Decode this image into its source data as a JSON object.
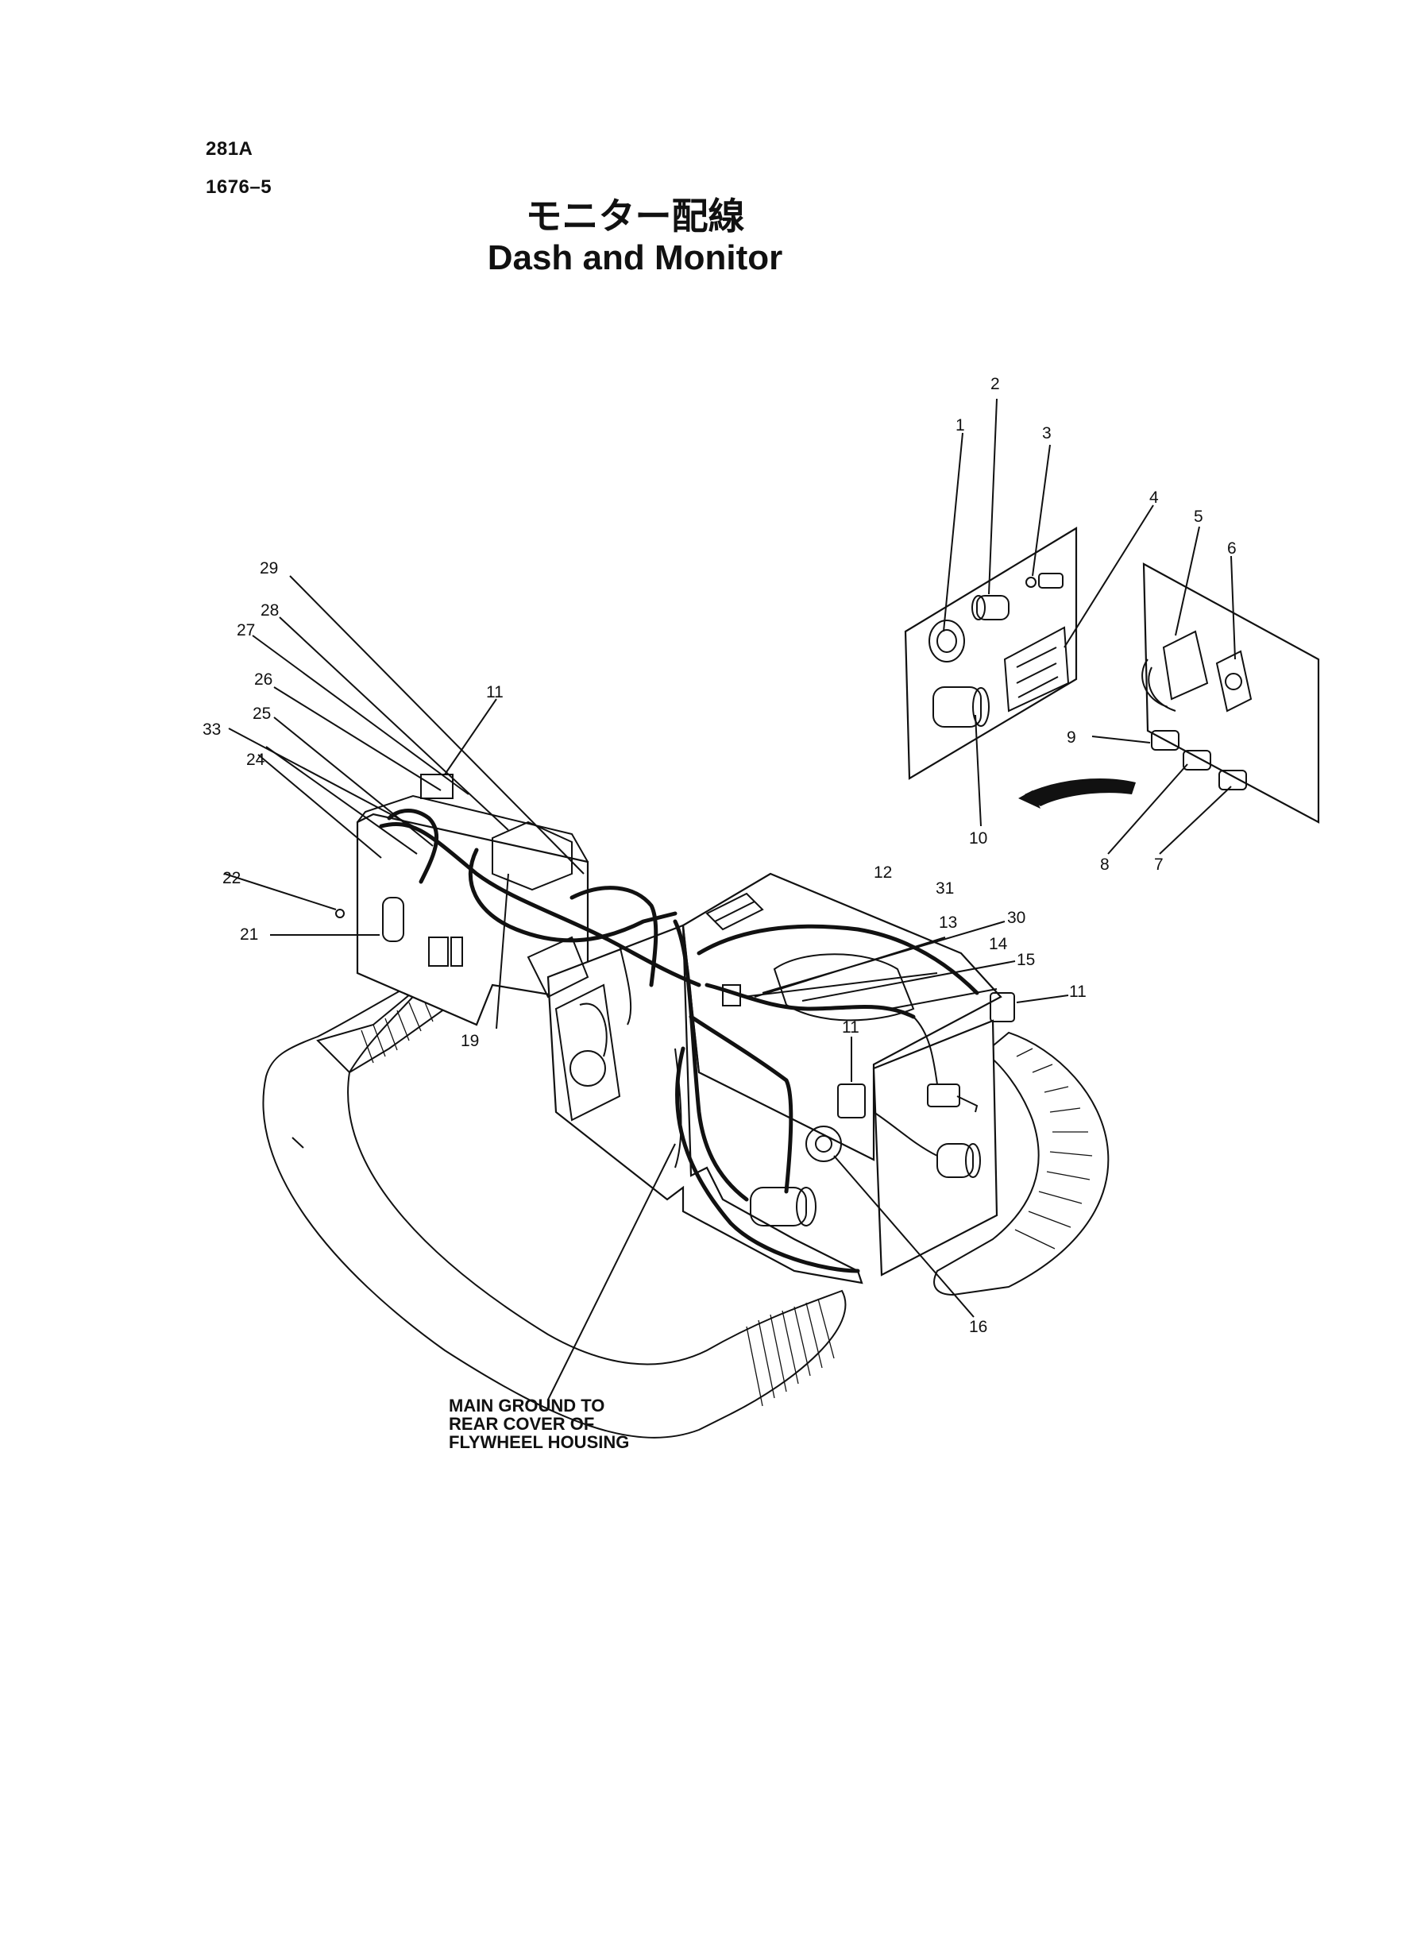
{
  "doc": {
    "code_line1": "281A",
    "code_line2": "1676–5",
    "title_jp": "モニター配線",
    "title_en": "Dash and Monitor"
  },
  "callouts": [
    "1",
    "2",
    "3",
    "4",
    "5",
    "6",
    "7",
    "8",
    "9",
    "10",
    "11",
    "11",
    "11",
    "11",
    "12",
    "13",
    "14",
    "15",
    "16",
    "19",
    "21",
    "22",
    "24",
    "25",
    "26",
    "27",
    "28",
    "29",
    "30",
    "31",
    "33"
  ],
  "note": {
    "line1": "MAIN GROUND TO",
    "line2": "REAR COVER OF",
    "line3": "FLYWHEEL HOUSING"
  }
}
